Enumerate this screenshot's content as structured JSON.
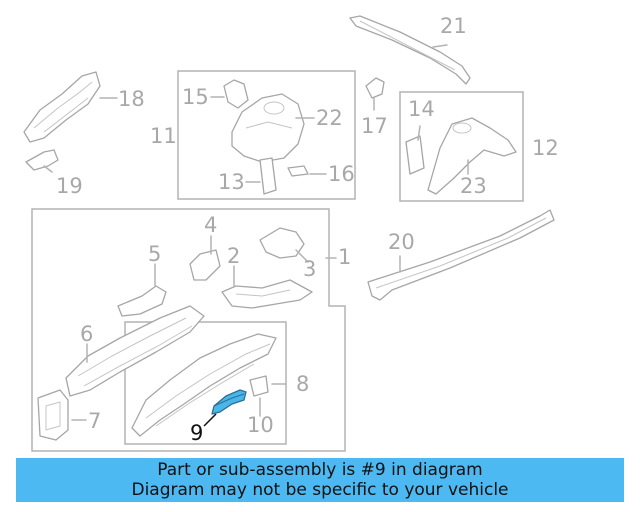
{
  "diagram": {
    "highlight_color": "#4cb9f2",
    "callouts": [
      {
        "id": "1",
        "label": "1"
      },
      {
        "id": "2",
        "label": "2"
      },
      {
        "id": "3",
        "label": "3"
      },
      {
        "id": "4",
        "label": "4"
      },
      {
        "id": "5",
        "label": "5"
      },
      {
        "id": "6",
        "label": "6"
      },
      {
        "id": "7",
        "label": "7"
      },
      {
        "id": "8",
        "label": "8"
      },
      {
        "id": "9",
        "label": "9",
        "highlighted": true
      },
      {
        "id": "10",
        "label": "10"
      },
      {
        "id": "11",
        "label": "11"
      },
      {
        "id": "12",
        "label": "12"
      },
      {
        "id": "13",
        "label": "13"
      },
      {
        "id": "14",
        "label": "14"
      },
      {
        "id": "15",
        "label": "15"
      },
      {
        "id": "16",
        "label": "16"
      },
      {
        "id": "17",
        "label": "17"
      },
      {
        "id": "18",
        "label": "18"
      },
      {
        "id": "19",
        "label": "19"
      },
      {
        "id": "20",
        "label": "20"
      },
      {
        "id": "21",
        "label": "21"
      },
      {
        "id": "22",
        "label": "22"
      },
      {
        "id": "23",
        "label": "23"
      }
    ]
  },
  "banner": {
    "line1": "Part or sub-assembly is #9 in diagram",
    "line2": "Diagram may not be specific to your vehicle"
  }
}
